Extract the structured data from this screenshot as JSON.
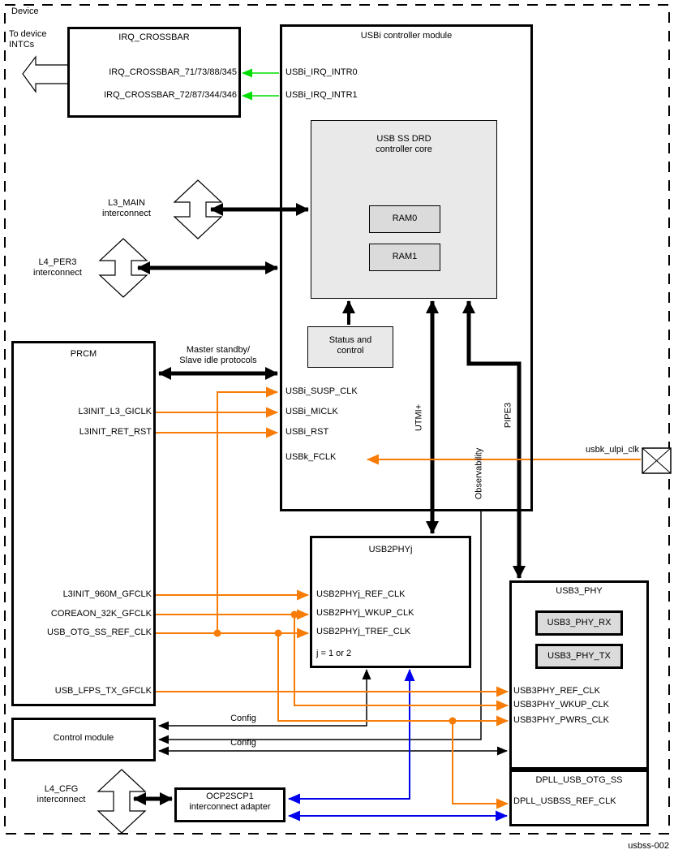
{
  "device": {
    "title": "Device",
    "drawing_id": "usbss-002",
    "to_device_intcs": "To device\nINTCs"
  },
  "colors": {
    "orange": "#F87C05",
    "green": "#00DD00",
    "blue": "#0000EE",
    "black": "#000000",
    "gray_light": "#E9E9E9",
    "gray_mid": "#DBDBDB"
  },
  "irq_crossbar": {
    "title": "IRQ_CROSSBAR",
    "out_top": "IRQ_CROSSBAR_71/73/88/345",
    "out_bottom": "IRQ_CROSSBAR_72/87/344/346"
  },
  "usbi_module": {
    "title": "USBi controller module",
    "irq_intr0": "USBi_IRQ_INTR0",
    "irq_intr1": "USBi_IRQ_INTR1",
    "susp_clk": "USBi_SUSP_CLK",
    "miclk": "USBi_MICLK",
    "rst": "USBi_RST",
    "fclk": "USBk_FCLK",
    "utmi_label": "UTMI+",
    "pipe3_label": "PIPE3",
    "observability_label": "Observability",
    "core": {
      "title": "USB SS DRD\ncontroller core",
      "ram0": "RAM0",
      "ram1": "RAM1"
    },
    "status_box": "Status and\ncontrol"
  },
  "prcm": {
    "title": "PRCM",
    "l3init_l3_giclk": "L3INIT_L3_GICLK",
    "l3init_ret_rst": "L3INIT_RET_RST",
    "l3init_960m_gfclk": "L3INIT_960M_GFCLK",
    "coreaon_32k_gfclk": "COREAON_32K_GFCLK",
    "usb_otg_ss_ref_clk": "USB_OTG_SS_REF_CLK",
    "usb_lfps_tx_gfclk": "USB_LFPS_TX_GFCLK"
  },
  "interconnects": {
    "l3_main": "L3_MAIN\ninterconnect",
    "l4_per3": "L4_PER3\ninterconnect",
    "l4_cfg": "L4_CFG\ninterconnect",
    "master_standby": "Master standby/\nSlave idle protocols"
  },
  "control_module": {
    "title": "Control module",
    "config_top": "Config",
    "config_bottom": "Config"
  },
  "ocp2scp1": {
    "title": "OCP2SCP1\ninterconnect adapter"
  },
  "usb2phy": {
    "title": "USB2PHYj",
    "ref_clk": "USB2PHYj_REF_CLK",
    "wkup_clk": "USB2PHYj_WKUP_CLK",
    "tref_clk": "USB2PHYj_TREF_CLK",
    "note": "j = 1 or 2"
  },
  "usb3phy": {
    "title": "USB3_PHY",
    "rx": "USB3_PHY_RX",
    "tx": "USB3_PHY_TX",
    "ref_clk": "USB3PHY_REF_CLK",
    "wkup_clk": "USB3PHY_WKUP_CLK",
    "pwrs_clk": "USB3PHY_PWRS_CLK"
  },
  "dpll": {
    "title": "DPLL_USB_OTG_SS",
    "ref_clk": "DPLL_USBSS_REF_CLK"
  },
  "pad": {
    "signal": "usbk_ulpi_clk"
  }
}
